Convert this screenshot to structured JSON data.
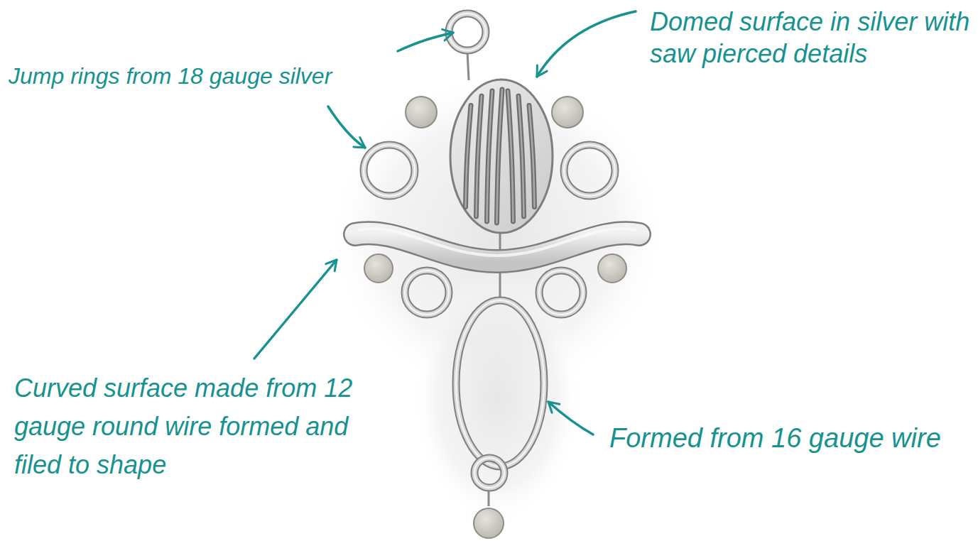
{
  "diagram": {
    "labels": [
      "Jump rings from 18 gauge silver",
      "Domed surface in silver with saw pierced details",
      "Curved surface made from 12 gauge round wire formed and filed to shape",
      "Formed from 16 gauge wire"
    ]
  }
}
